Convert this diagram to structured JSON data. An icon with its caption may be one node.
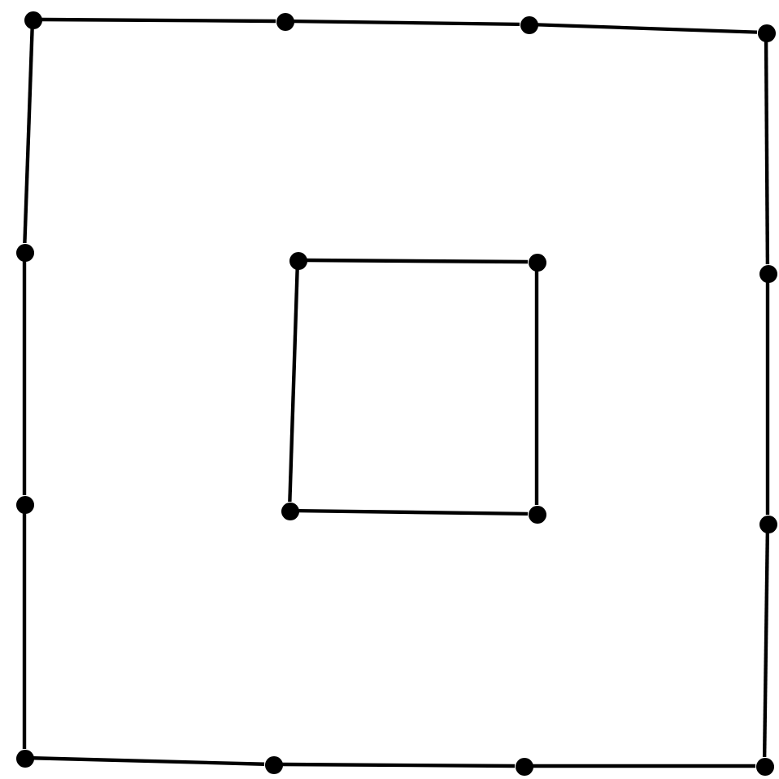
{
  "diagram": {
    "nodes": [
      {
        "text": [],
        "shape": "circle"
      },
      {
        "text": [],
        "shape": "circle"
      },
      {
        "text": [],
        "shape": "circle"
      },
      {
        "text": [],
        "shape": "circle"
      },
      {
        "text": [],
        "shape": "circle"
      },
      {
        "text": [],
        "shape": "circle"
      },
      {
        "text": [],
        "shape": "circle"
      },
      {
        "text": [],
        "shape": "circle"
      },
      {
        "text": [],
        "shape": "circle"
      },
      {
        "text": [],
        "shape": "circle"
      },
      {
        "text": [],
        "shape": "circle"
      },
      {
        "text": [],
        "shape": "circle"
      },
      {
        "text": [],
        "shape": "circle"
      },
      {
        "text": [],
        "shape": "circle"
      },
      {
        "text": [],
        "shape": "circle"
      },
      {
        "text": [],
        "shape": "circle"
      }
    ],
    "edges": [
      {
        "from": 0,
        "to": 1,
        "arrow": "none"
      },
      {
        "from": 1,
        "to": 2,
        "arrow": "none"
      },
      {
        "from": 2,
        "to": 3,
        "arrow": "none"
      },
      {
        "from": 3,
        "to": 7,
        "arrow": "none"
      },
      {
        "from": 7,
        "to": 11,
        "arrow": "none"
      },
      {
        "from": 11,
        "to": 15,
        "arrow": "none"
      },
      {
        "from": 15,
        "to": 14,
        "arrow": "none"
      },
      {
        "from": 14,
        "to": 13,
        "arrow": "none"
      },
      {
        "from": 13,
        "to": 12,
        "arrow": "none"
      },
      {
        "from": 12,
        "to": 8,
        "arrow": "none"
      },
      {
        "from": 8,
        "to": 4,
        "arrow": "none"
      },
      {
        "from": 4,
        "to": 0,
        "arrow": "none"
      },
      {
        "from": 5,
        "to": 6,
        "arrow": "none"
      },
      {
        "from": 6,
        "to": 10,
        "arrow": "none"
      },
      {
        "from": 10,
        "to": 9,
        "arrow": "none"
      },
      {
        "from": 9,
        "to": 5,
        "arrow": "none"
      }
    ]
  }
}
